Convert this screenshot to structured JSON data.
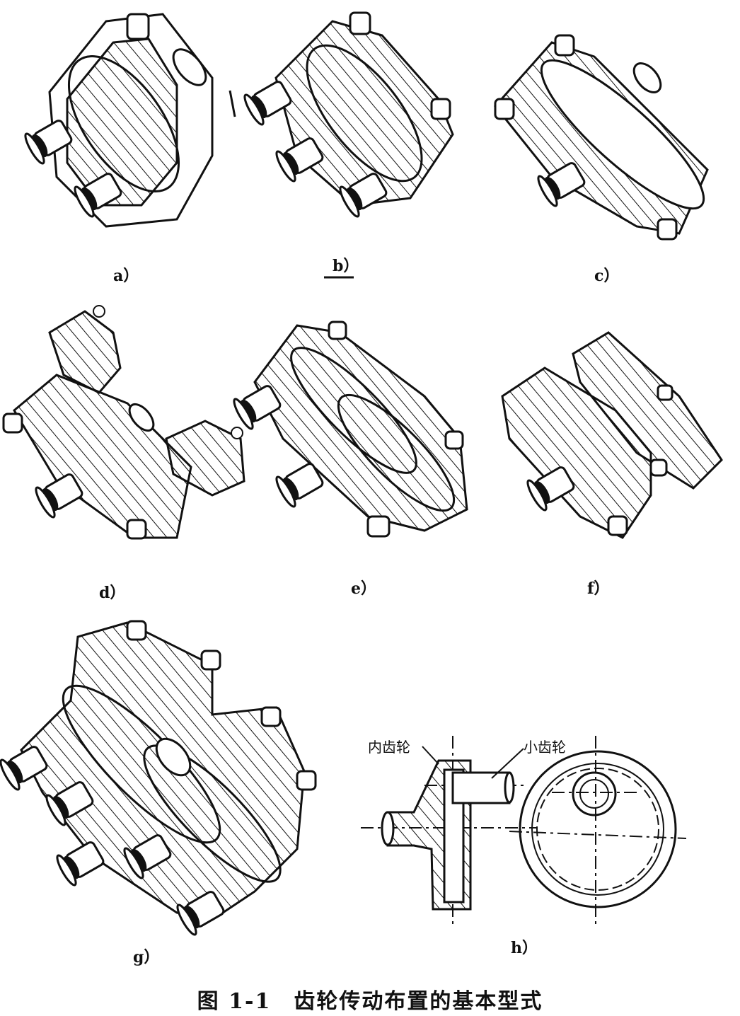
{
  "figure": {
    "caption": "图 1-1　齿轮传动布置的基本型式",
    "panels": [
      {
        "id": "a",
        "label": "a）"
      },
      {
        "id": "b",
        "label": "b）"
      },
      {
        "id": "c",
        "label": "c）"
      },
      {
        "id": "d",
        "label": "d）"
      },
      {
        "id": "e",
        "label": "e）"
      },
      {
        "id": "f",
        "label": "f）"
      },
      {
        "id": "g",
        "label": "g）"
      },
      {
        "id": "h",
        "label": "h）"
      }
    ],
    "annotations": {
      "internal_gear": "内齿轮",
      "pinion": "小齿轮"
    }
  },
  "colors": {
    "ink": "#111111",
    "paper": "#ffffff"
  }
}
